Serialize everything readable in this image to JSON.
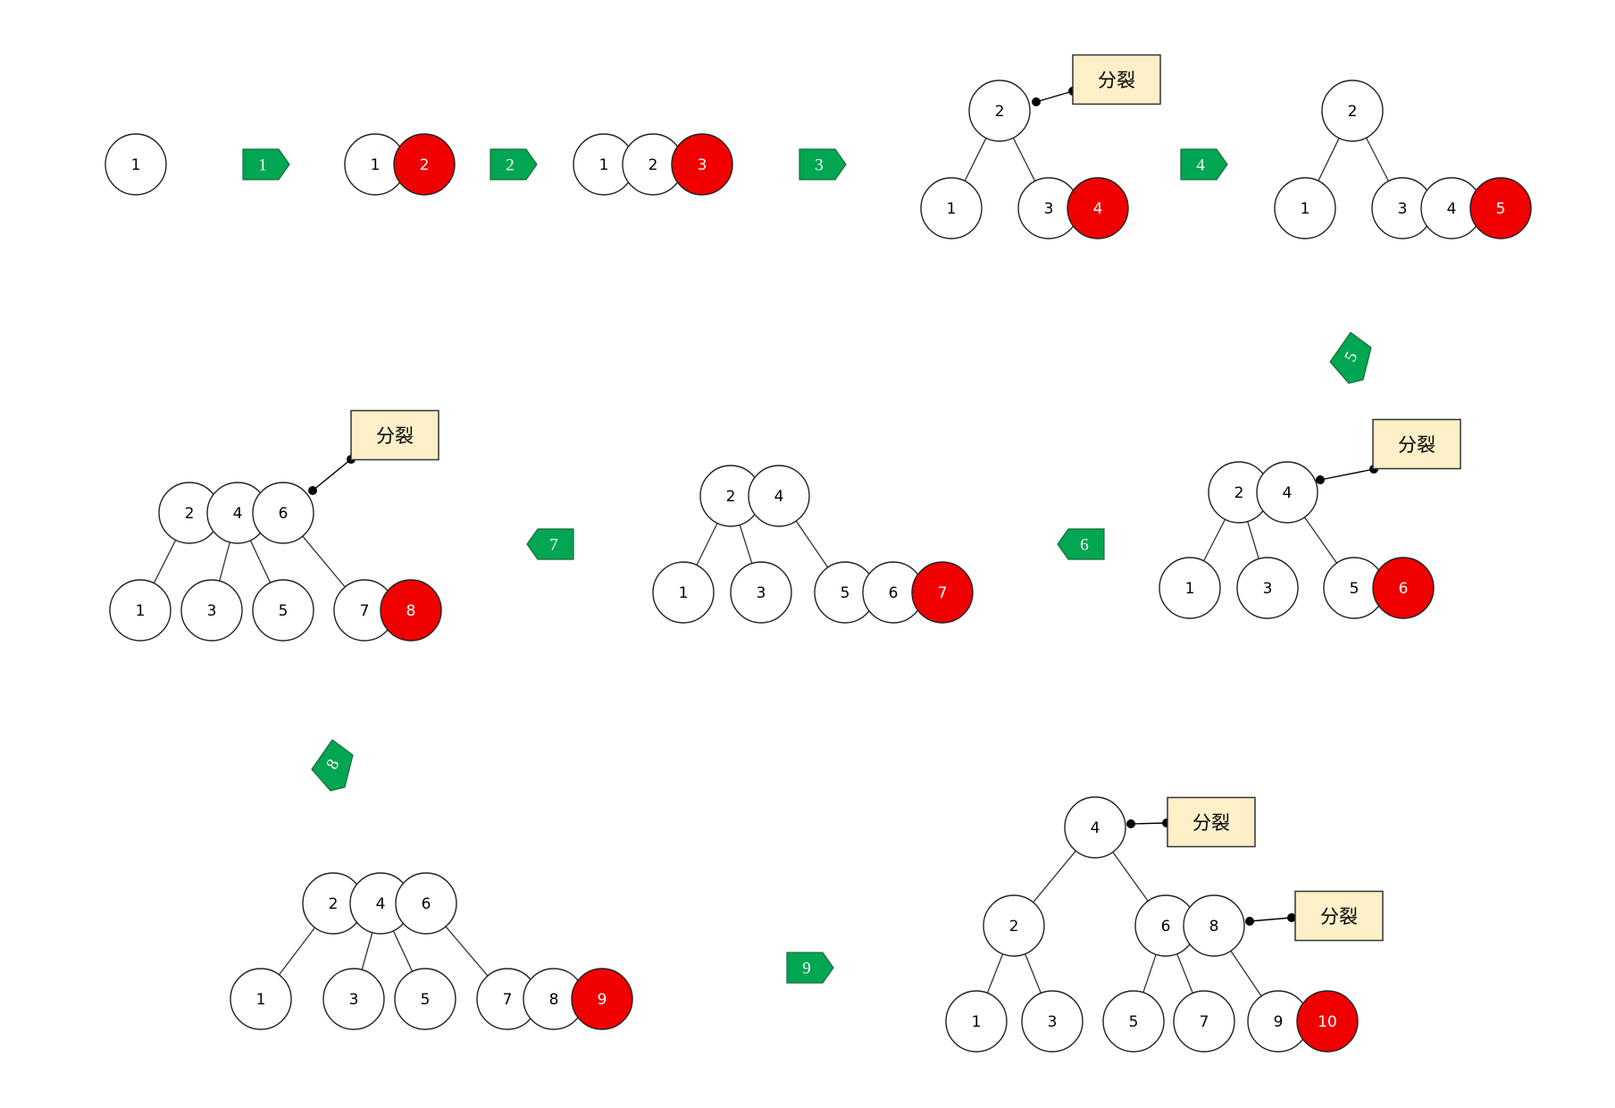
{
  "colors": {
    "node_fill": "#ffffff",
    "new_node_fill": "#f00000",
    "node_text": "#000000",
    "new_node_text": "#ffffff",
    "callout_fill": "#fdefc8",
    "step_fill": "#00a651",
    "step_text": "#ffffff"
  },
  "split_label": "分裂",
  "steps": [
    "1",
    "2",
    "3",
    "4",
    "5",
    "6",
    "7",
    "8",
    "9"
  ],
  "diagrams": [
    {
      "stage": 1,
      "nodes": [
        "1"
      ],
      "new": "1"
    },
    {
      "stage": 2,
      "nodes": [
        "1",
        "2"
      ],
      "new": "2"
    },
    {
      "stage": 3,
      "nodes": [
        "1",
        "2",
        "3"
      ],
      "new": "3"
    },
    {
      "stage": 4,
      "nodes": [
        "2",
        "1",
        "3",
        "4"
      ],
      "new": "4",
      "split": true
    },
    {
      "stage": 5,
      "nodes": [
        "2",
        "1",
        "3",
        "4",
        "5"
      ],
      "new": "5"
    },
    {
      "stage": 6,
      "nodes": [
        "2",
        "4",
        "1",
        "3",
        "5",
        "6"
      ],
      "new": "6",
      "split": true
    },
    {
      "stage": 7,
      "nodes": [
        "2",
        "4",
        "1",
        "3",
        "5",
        "6",
        "7"
      ],
      "new": "7"
    },
    {
      "stage": 8,
      "nodes": [
        "2",
        "4",
        "6",
        "1",
        "3",
        "5",
        "7",
        "8"
      ],
      "new": "8",
      "split": true
    },
    {
      "stage": 9,
      "nodes": [
        "2",
        "4",
        "6",
        "1",
        "3",
        "5",
        "7",
        "8",
        "9"
      ],
      "new": "9"
    },
    {
      "stage": 10,
      "nodes": [
        "4",
        "2",
        "6",
        "8",
        "1",
        "3",
        "5",
        "7",
        "9",
        "10"
      ],
      "new": "10",
      "split": true
    }
  ]
}
